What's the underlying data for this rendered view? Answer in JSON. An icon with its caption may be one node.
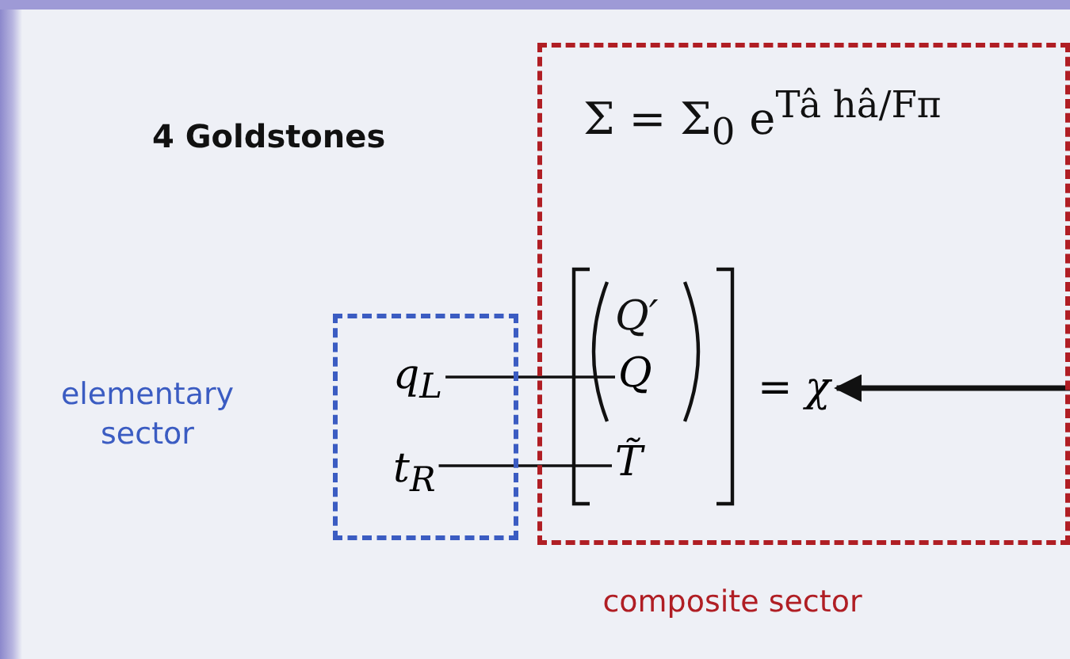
{
  "diagram": {
    "nodes": [
      {
        "text": [
          "elementary sector"
        ]
      },
      {
        "text": [
          "composite sector"
        ]
      },
      {
        "text": [
          "q$_{L}$"
        ],
        "in": 0
      },
      {
        "text": [
          "t$_{R}$"
        ],
        "in": 0
      },
      {
        "text": [
          "Q"
        ],
        "in": 1
      },
      {
        "text": [
          "T̃"
        ],
        "in": 1
      },
      {
        "text": [
          "= χ"
        ],
        "in": 1
      }
    ],
    "edges": [
      {
        "from": 2,
        "to": 4,
        "arrow": "none"
      },
      {
        "from": 3,
        "to": 5,
        "arrow": "none"
      },
      {
        "from": null,
        "to": 6,
        "arrow": "to",
        "style": "thick"
      }
    ],
    "labels": [
      "4 Goldstones",
      "Σ = Σ$_{0}$ e$^{Tâ hâ/Fπ}$",
      "Q′"
    ]
  }
}
